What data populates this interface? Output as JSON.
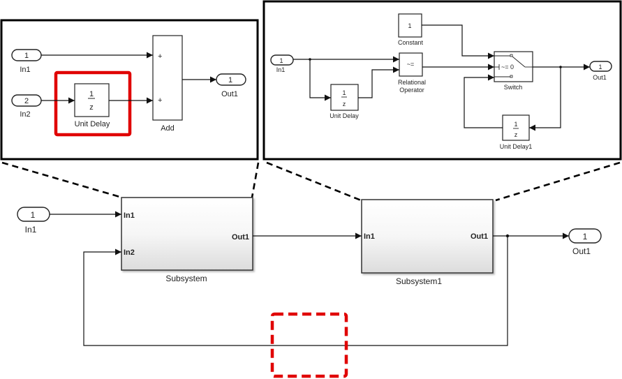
{
  "diagram_title": "",
  "colors": {
    "highlight": "#e00000",
    "wire": "#111111",
    "frame": "#000000"
  },
  "left_inset": {
    "blocks": {
      "in1": {
        "number": "1",
        "label": "In1"
      },
      "in2": {
        "number": "2",
        "label": "In2"
      },
      "unit_delay": {
        "num": "1",
        "den": "z",
        "label": "Unit Delay"
      },
      "add": {
        "sign1": "+",
        "sign2": "+",
        "label": "Add"
      },
      "out1": {
        "number": "1",
        "label": "Out1"
      }
    }
  },
  "right_inset": {
    "blocks": {
      "in1": {
        "number": "1",
        "label": "In1"
      },
      "constant": {
        "value": "1",
        "label": "Constant"
      },
      "relational": {
        "op": "~=",
        "label_line1": "Relational",
        "label_line2": "Operator"
      },
      "unit_delay": {
        "num": "1",
        "den": "z",
        "label": "Unit Delay"
      },
      "switch": {
        "criteria": "~= 0",
        "label": "Switch"
      },
      "unit_delay1": {
        "num": "1",
        "den": "z",
        "label": "Unit Delay1"
      },
      "out1": {
        "number": "1",
        "label": "Out1"
      }
    }
  },
  "main": {
    "in1": {
      "number": "1",
      "label": "In1"
    },
    "subsystem": {
      "label": "Subsystem",
      "port_in1": "In1",
      "port_in2": "In2",
      "port_out1": "Out1"
    },
    "subsystem1": {
      "label": "Subsystem1",
      "port_in1": "In1",
      "port_out1": "Out1"
    },
    "out1": {
      "number": "1",
      "label": "Out1"
    }
  }
}
